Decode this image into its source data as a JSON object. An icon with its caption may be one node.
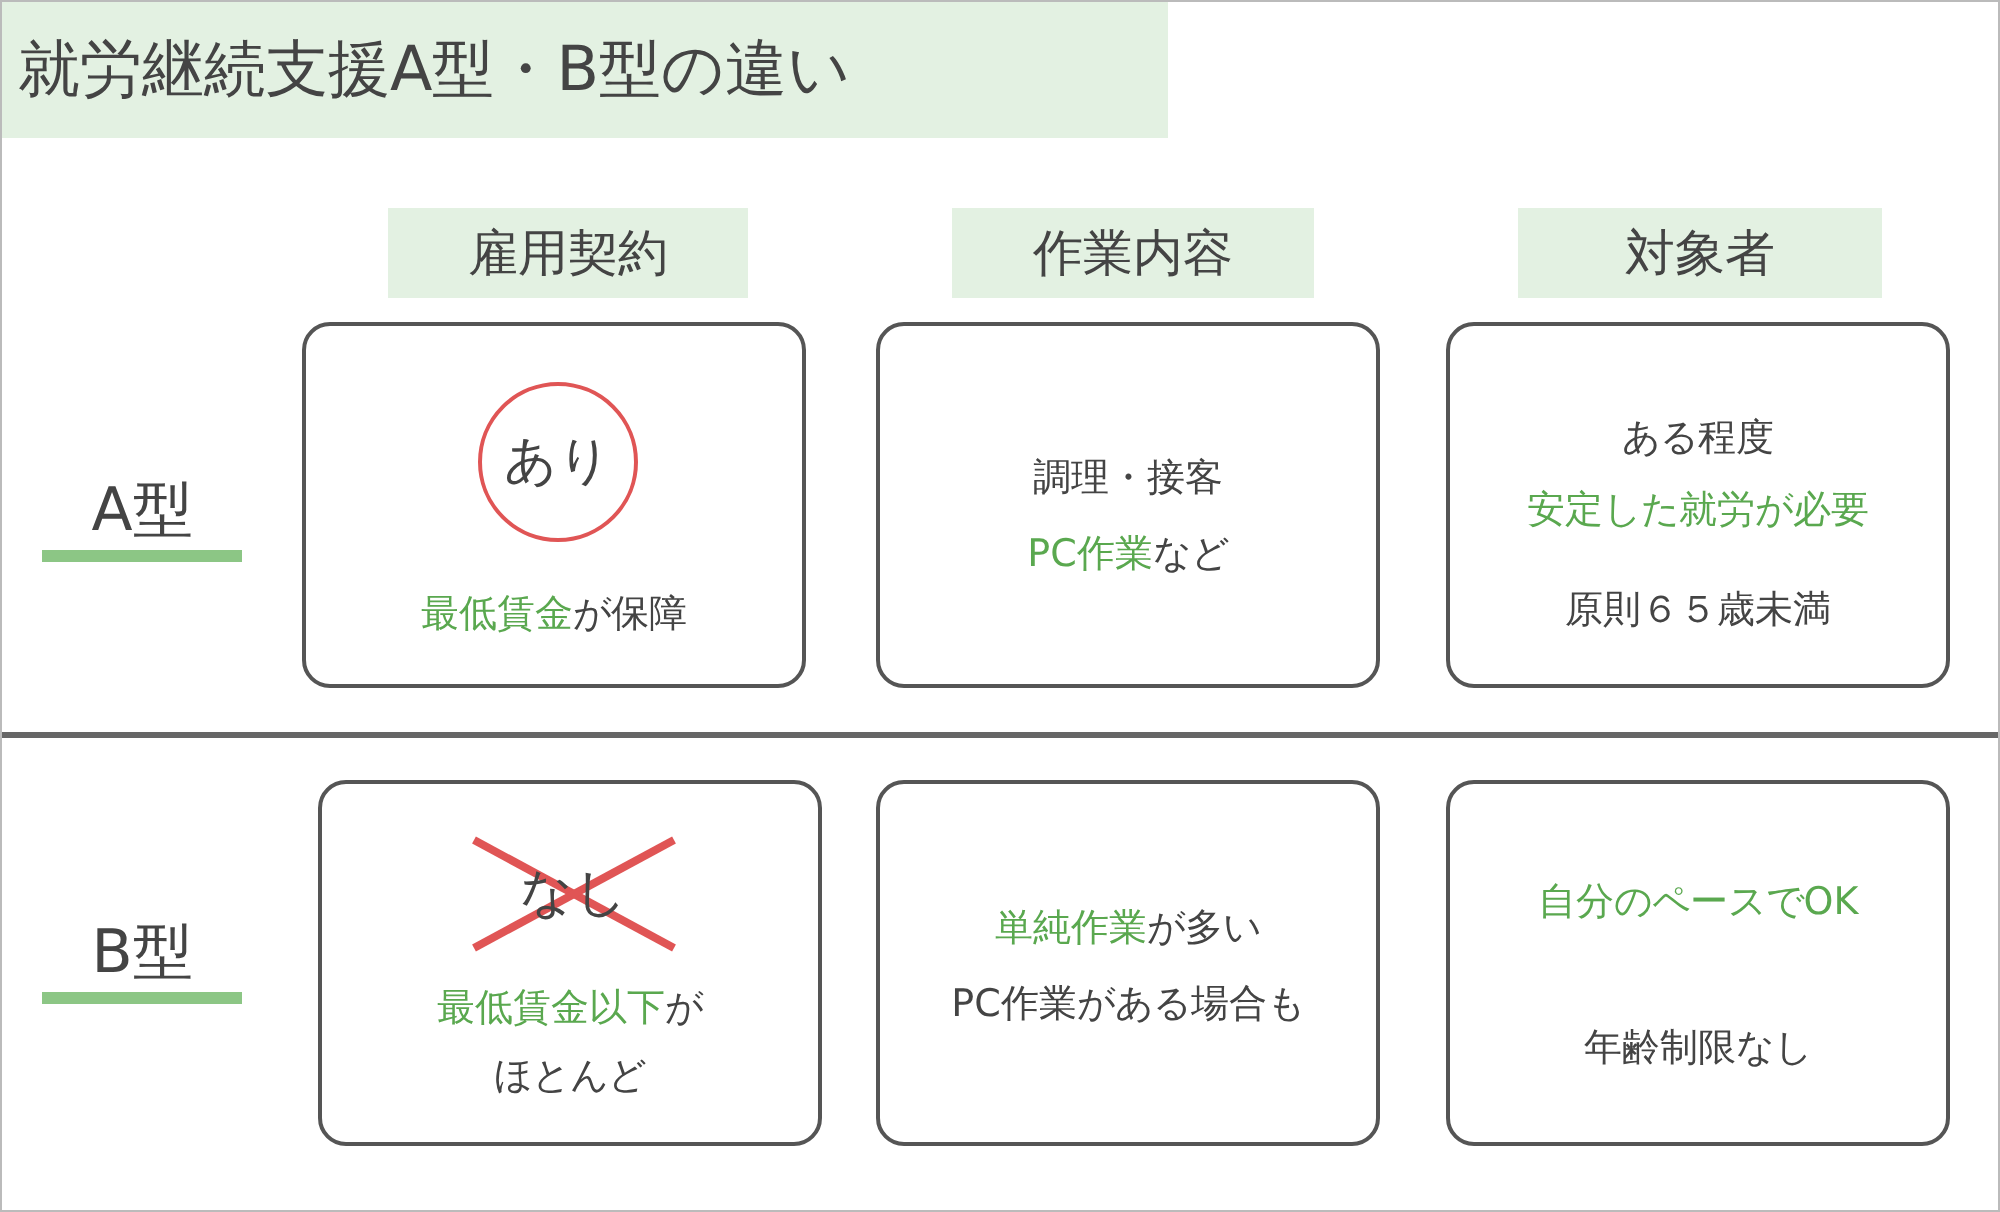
{
  "diagram": {
    "title": "就労継続支援A型・B型の違い",
    "nodes": [
      {
        "text": [
          "雇用契約"
        ]
      },
      {
        "text": [
          "作業内容"
        ]
      },
      {
        "text": [
          "対象者"
        ]
      },
      {
        "text": [
          "**最低賃金**が保障"
        ]
      },
      {
        "text": [
          "あり"
        ],
        "in": 3
      },
      {
        "text": [
          "調理・接客",
          "**PC作業**など"
        ]
      },
      {
        "text": [
          "ある程度",
          "安定した就労が必要",
          "原則６５歳未満"
        ]
      },
      {
        "text": [
          "**最低賃金以下**が",
          "ほとんど"
        ]
      },
      {
        "text": [
          "なし"
        ],
        "in": 7
      },
      {
        "text": [
          "**単純作業**が多い",
          "PC作業がある場合も"
        ]
      },
      {
        "text": [
          "自分のペースでOK",
          "年齢制限なし"
        ]
      }
    ],
    "labels": [
      "A型",
      "B型"
    ]
  }
}
